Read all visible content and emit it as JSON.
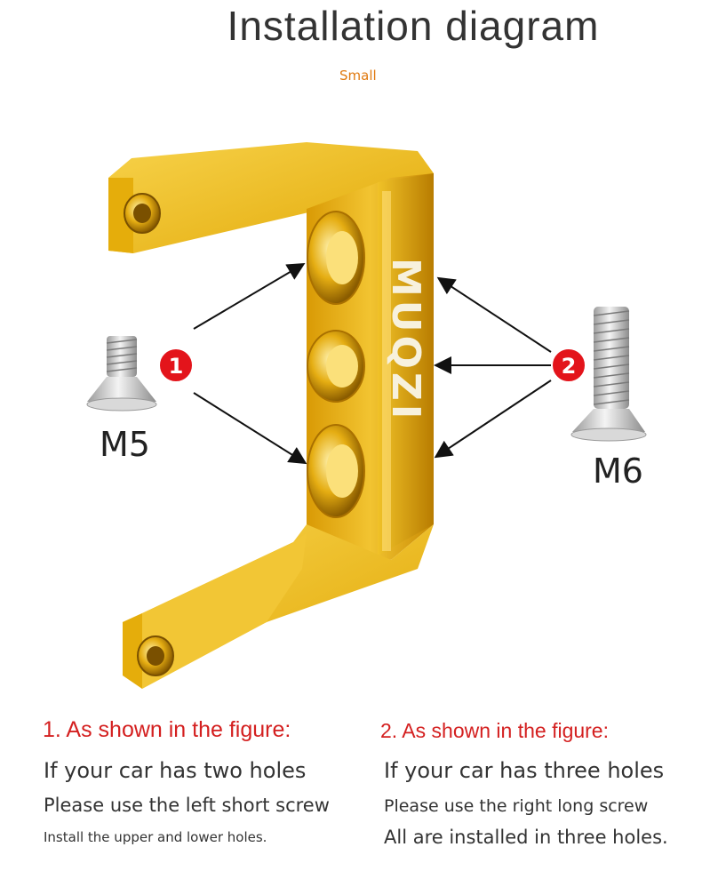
{
  "header": {
    "title": "Installation diagram",
    "subtitle": "Small"
  },
  "figure": {
    "brand_text": "MUQZI",
    "marker_1": "1",
    "marker_2": "2",
    "screw_left_label": "M5",
    "screw_right_label": "M6",
    "colors": {
      "bracket_gold": "#e8b10f",
      "marker_red": "#e3141b",
      "screw_silver": "#c9c9c9"
    }
  },
  "left_note": {
    "heading": "1. As shown in the figure:",
    "line1": "If your car has two holes",
    "line2": "Please use the left short screw",
    "line3": "Install the upper and lower holes."
  },
  "right_note": {
    "heading": "2. As shown in the figure:",
    "line1": "If your car has three holes",
    "line2": "Please use the right long screw",
    "line3": "All are installed in three holes."
  }
}
